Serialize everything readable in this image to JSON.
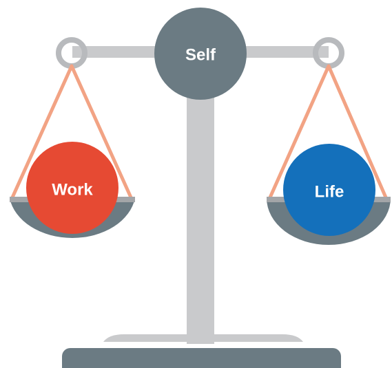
{
  "labels": {
    "center": "Self",
    "left_pan": "Work",
    "right_pan": "Life"
  },
  "colors": {
    "frame": "#6b7b83",
    "post": "#c9cacc",
    "ring": "#b8babd",
    "string": "#f2a384",
    "pan_rim": "#a3a5a8",
    "work": "#e64a33",
    "life": "#1470bb",
    "text": "#ffffff"
  }
}
